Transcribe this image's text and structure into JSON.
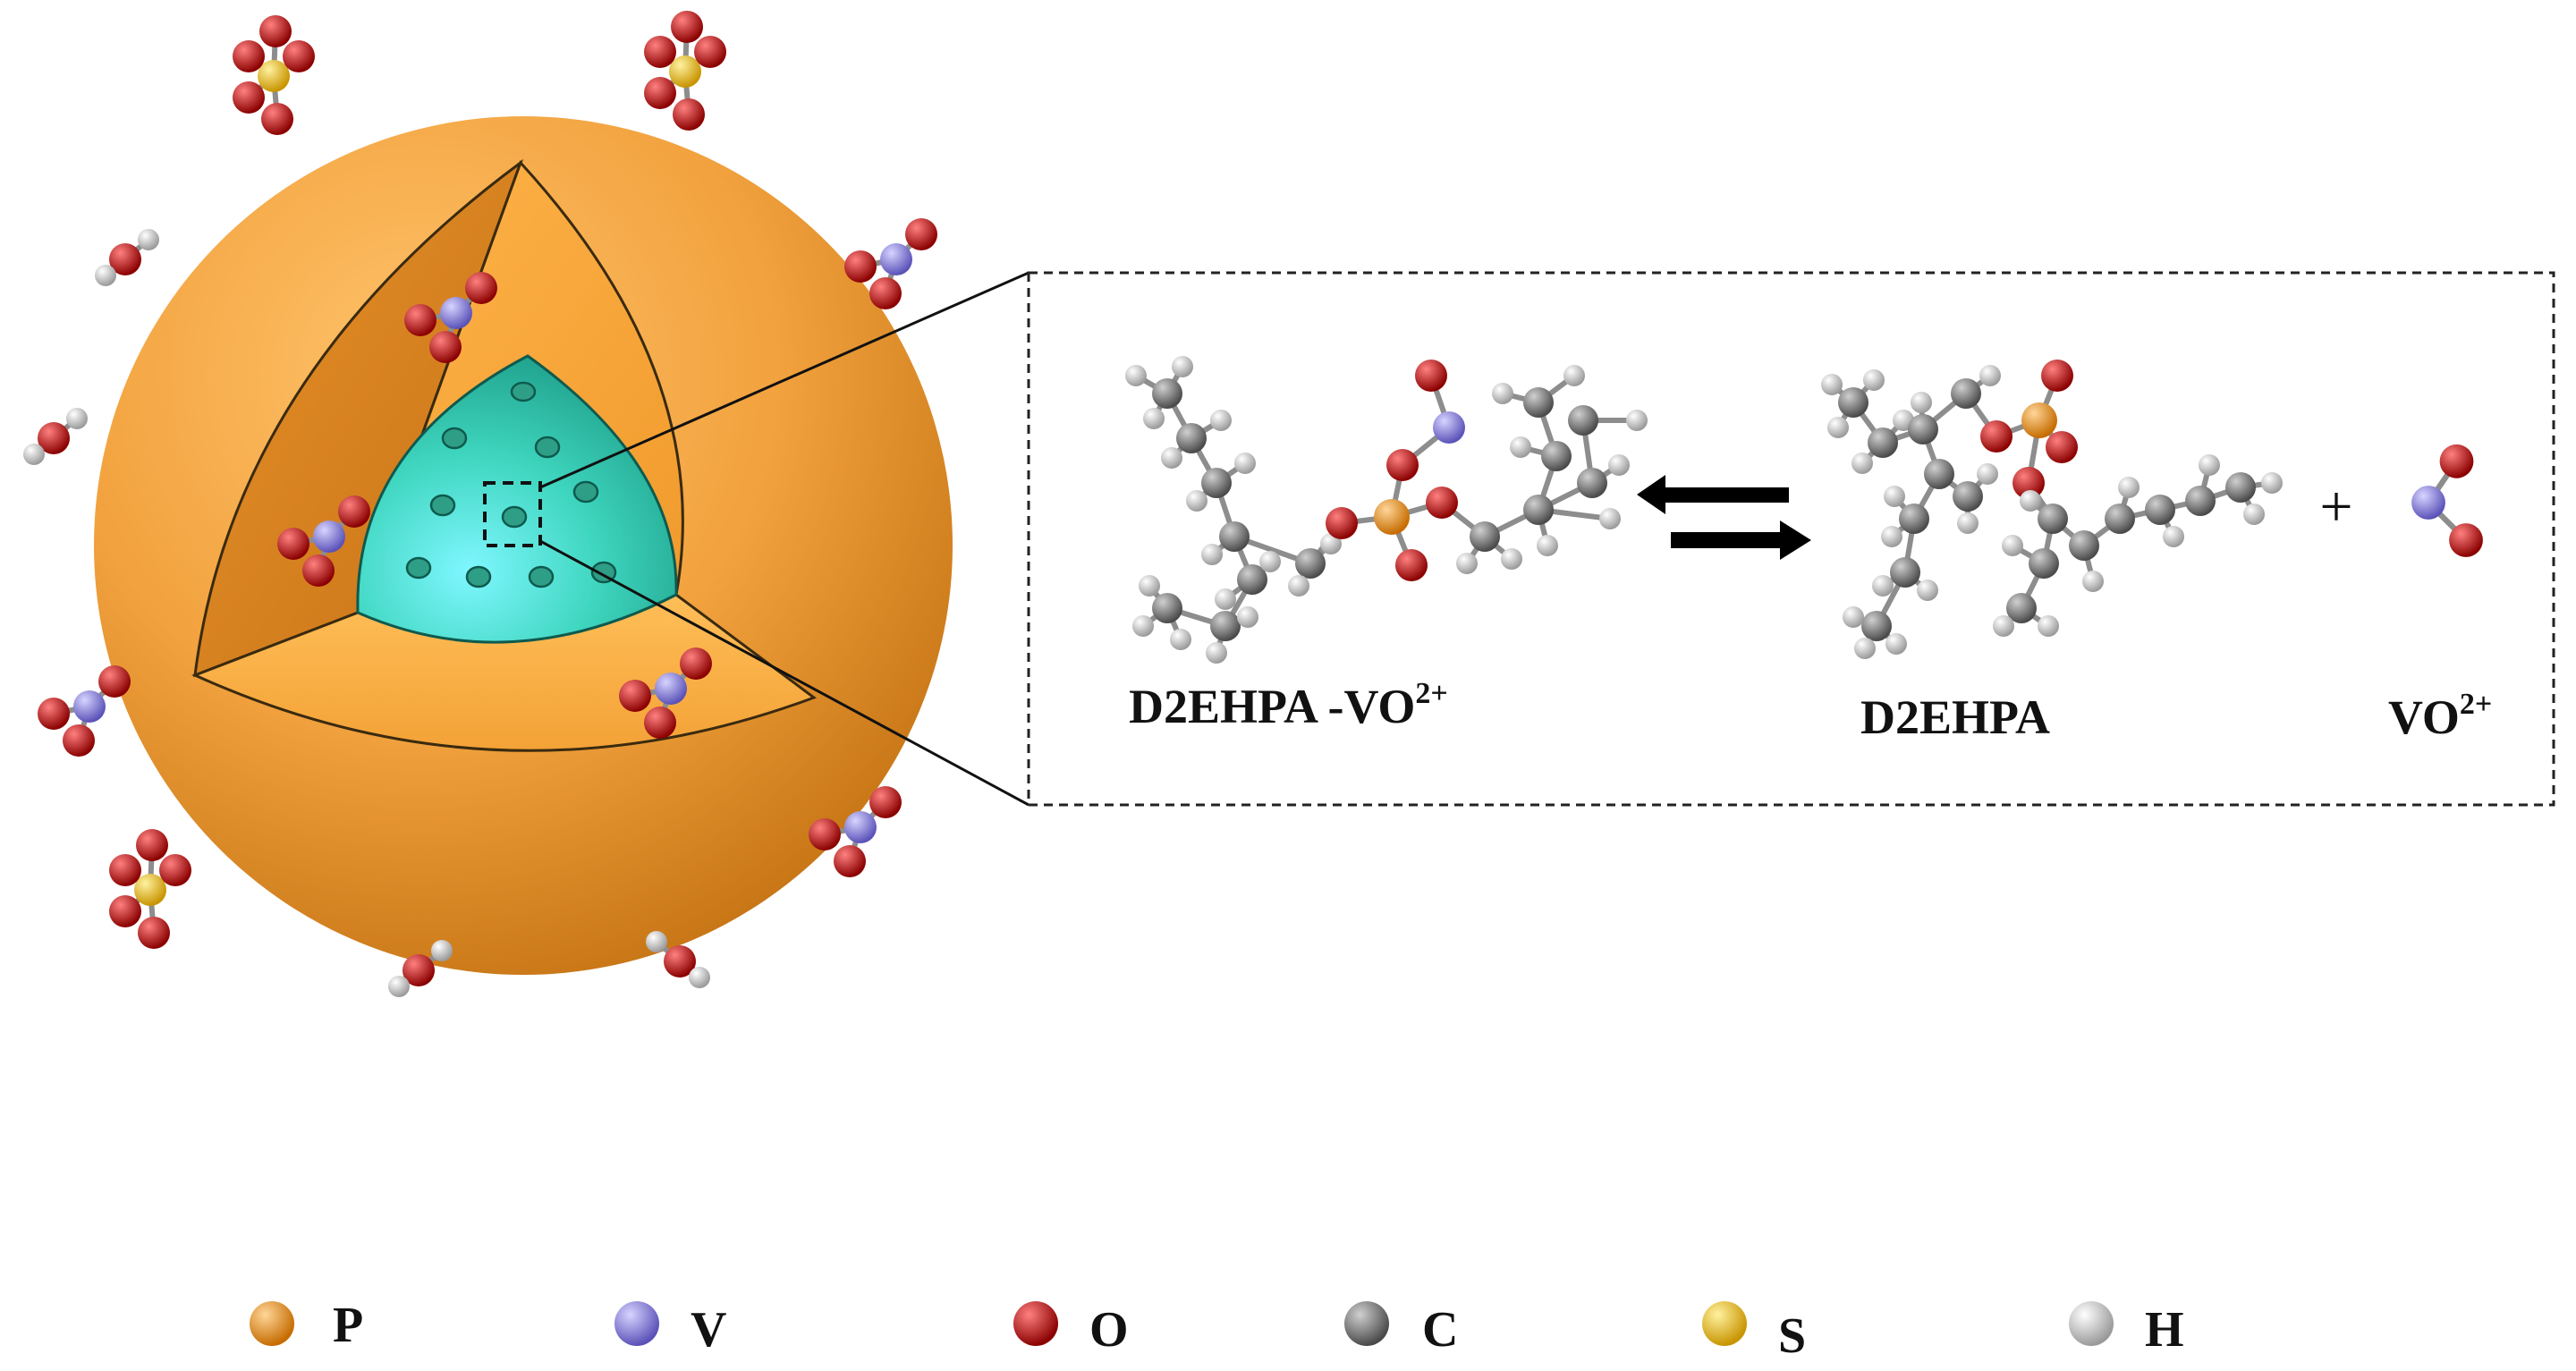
{
  "complex_label": {
    "main": "D2EHPA -VO",
    "sup": "2+"
  },
  "ligand_label": "D2EHPA",
  "ion_label": {
    "main": "VO",
    "sup": "2+"
  },
  "plus_sign": "+",
  "legend": [
    {
      "symbol": "P",
      "color": "#e58a1c"
    },
    {
      "symbol": "V",
      "color": "#8c84e0"
    },
    {
      "symbol": "O",
      "color": "#d80000"
    },
    {
      "symbol": "C",
      "color": "#8a8a8a"
    },
    {
      "symbol": "S",
      "color": "#f2c81e"
    },
    {
      "symbol": "H",
      "color": "#e8e8e8"
    }
  ],
  "colors": {
    "sphere": "#f2a23e",
    "core": "#3fd6bf",
    "phosphorus": "#e58a1c",
    "vanadium": "#8c84e0",
    "oxygen": "#d80000",
    "carbon": "#8a8a8a",
    "sulfur": "#f2c81e",
    "hydrogen": "#e8e8e8"
  }
}
